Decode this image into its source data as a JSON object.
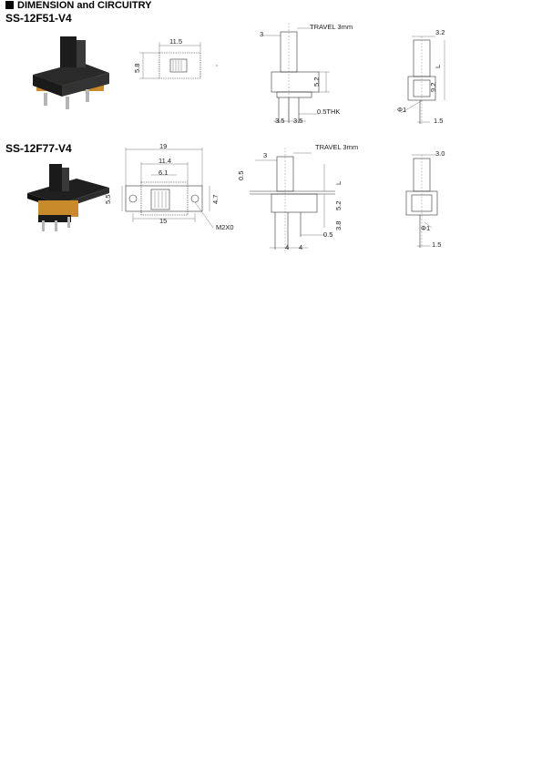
{
  "header": {
    "title": "DIMENSION and CIRCUITRY"
  },
  "models": [
    {
      "name": "SS-12F51-V4",
      "top_view": {
        "width": "11.5",
        "height": "5.8"
      },
      "front_view": {
        "travel": "TRAVEL 3mm",
        "lever": "3",
        "height": "5.2",
        "pitch_left": "3.5",
        "pitch_right": "3.5",
        "terminal": "0.5THK"
      },
      "side_view": {
        "width": "3.2",
        "length": "L",
        "height": "9.2",
        "pin_dia": "Φ1",
        "spacing": "1.5"
      }
    },
    {
      "name": "SS-12F77-V4",
      "top_view": {
        "overall": "19",
        "body": "11.4",
        "slider": "6.1",
        "height": "5.5",
        "mount_height": "4.7",
        "hole_pitch": "15",
        "hole": "M2X0"
      },
      "front_view": {
        "travel": "TRAVEL 3mm",
        "lever": "3",
        "thickness": "0.5",
        "length": "L",
        "height": "5.2",
        "pin_len": "3.8",
        "pitch_left": "4",
        "pitch_right": "4",
        "terminal": "0.5"
      },
      "side_view": {
        "width": "3.0",
        "pin_dia": "Φ1",
        "spacing": "1.5"
      }
    }
  ]
}
